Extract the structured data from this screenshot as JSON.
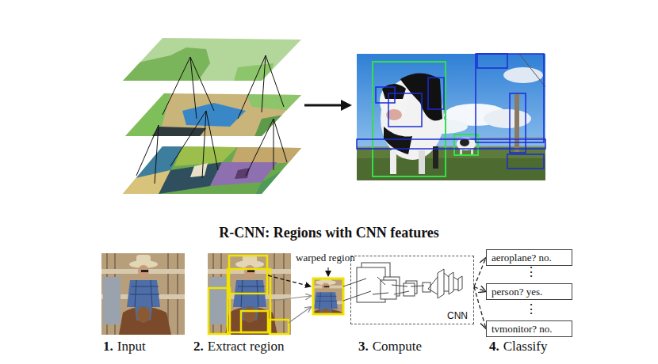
{
  "diagram": {
    "title": "R-CNN: Regions with CNN features",
    "nodes": [
      {
        "text": [
          "warped region"
        ]
      },
      {
        "text": [
          "CNN"
        ]
      },
      {
        "text": [
          "aeroplane? no."
        ]
      },
      {
        "text": [
          "person? yes."
        ]
      },
      {
        "text": [
          "tvmonitor? no."
        ]
      }
    ],
    "edges": [
      {
        "from": 1,
        "to": 2,
        "arrow": "to"
      },
      {
        "from": 1,
        "to": 3,
        "arrow": "to"
      },
      {
        "from": 1,
        "to": 4,
        "arrow": "to"
      }
    ],
    "labels": [
      "1.",
      "Input",
      "2.",
      "Extract region",
      "3.",
      "Compute",
      "4.",
      "Classify",
      "⋮",
      "⋮"
    ]
  }
}
